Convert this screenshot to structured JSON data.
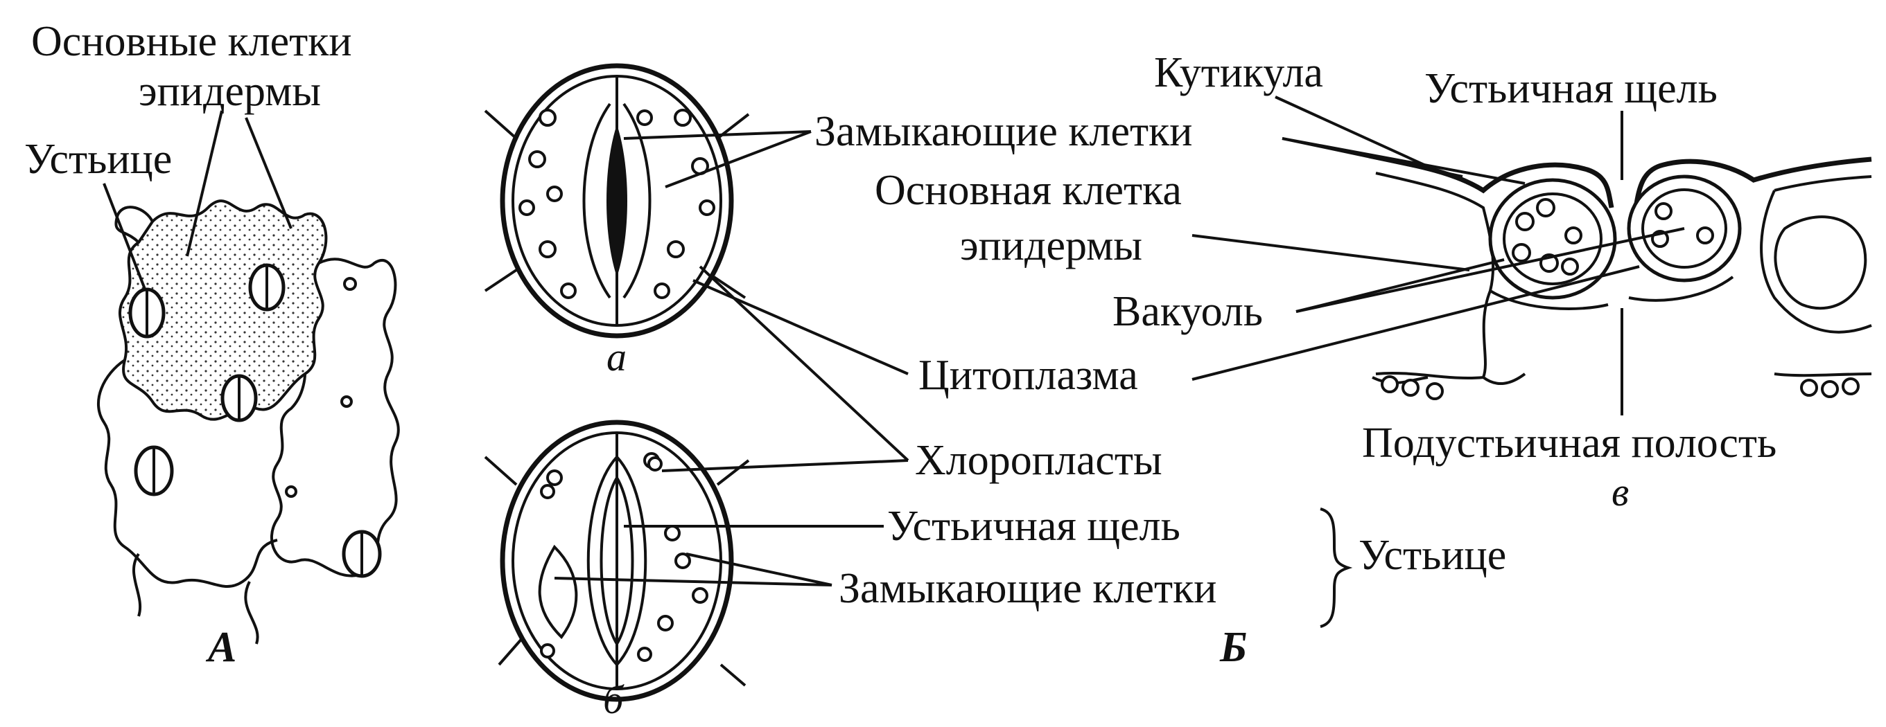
{
  "panels": {
    "A": "А",
    "B": "Б",
    "a": "а",
    "b": "б",
    "v": "в"
  },
  "labels": {
    "main_cells_line1": "Основные клетки",
    "main_cells_line2": "эпидермы",
    "stoma_A": "Устьице",
    "guard_cells_top": "Замыкающие клетки",
    "main_cell_line1": "Основная клетка",
    "main_cell_line2": "эпидермы",
    "vacuole": "Вакуоль",
    "cytoplasm": "Цитоплазма",
    "chloroplasts": "Хлоропласты",
    "stomatal_slit_b": "Устьичная щель",
    "guard_cells_b": "Замыкающие клетки",
    "stoma_brace": "Устьице",
    "cuticle": "Кутикула",
    "stomatal_slit_v": "Устьичная щель",
    "substomatal_cavity": "Подустьичная полость"
  }
}
